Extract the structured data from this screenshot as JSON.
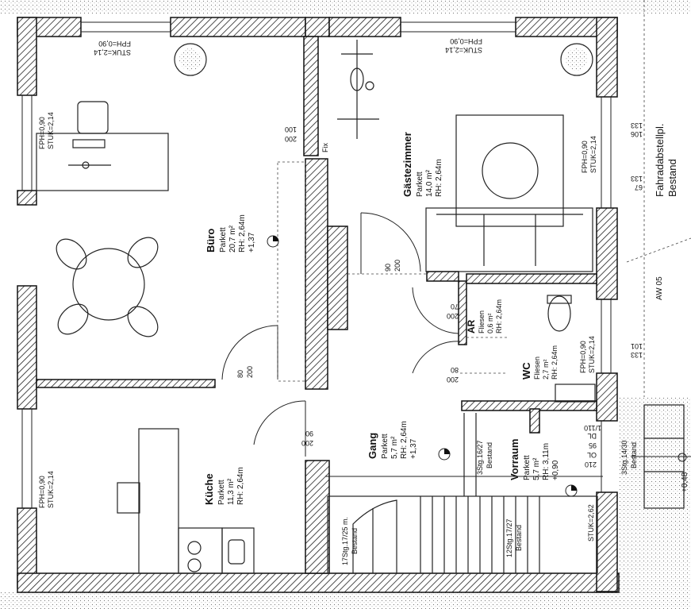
{
  "rooms": {
    "buero": {
      "name": "Büro",
      "floor": "Parkett",
      "area": "20,7 m²",
      "height": "RH: 2,64m",
      "level": "+1,37"
    },
    "gast": {
      "name": "Gästezimmer",
      "floor": "Parkett",
      "area": "14,0 m²",
      "height": "RH: 2,64m"
    },
    "kueche": {
      "name": "Küche",
      "floor": "Parkett",
      "area": "11,3 m²",
      "height": "RH: 2,64m"
    },
    "gang": {
      "name": "Gang",
      "floor": "Parkett",
      "area": "5,7 m²",
      "height": "RH: 2,64m",
      "level": "+1,37"
    },
    "ar": {
      "name": "AR",
      "floor": "Fliesen",
      "area": "0,6 m²",
      "height": "RH: 2,64m"
    },
    "wc": {
      "name": "WC",
      "floor": "Fliesen",
      "area": "2,7 m²",
      "height": "RH: 2,64m"
    },
    "vorraum": {
      "name": "Vorraum",
      "floor": "Parkett",
      "area": "5,7 m²",
      "height": "RH: 3,11m",
      "level": "+0,90"
    }
  },
  "windows": {
    "fph": "FPH=0,90",
    "stuk214": "STUK=2,14",
    "stuk262": "STUK=2,62"
  },
  "doors": {
    "d_200_100_a": "200",
    "d_200_100_b": "100",
    "d_90_200_a": "90",
    "d_90_200_b": "200",
    "d_80_200_a": "80",
    "d_80_200_b": "200",
    "d_200_90_a": "200",
    "d_200_90_b": "90",
    "ar_200": "200",
    "ar_70": "70",
    "wc_200": "200",
    "wc_80": "80",
    "ext_210": "210",
    "ext_ol": "OL",
    "ext_95": "95",
    "ext_dl": "DL",
    "d1_110": "1/110",
    "right_133a": "133",
    "right_106": "106",
    "right_133b": "133",
    "right_67": "67",
    "right_101": "101",
    "right_133c": "133",
    "fix": "Fix"
  },
  "stairs": {
    "s1": "17Stg.17/25 m.",
    "s1b": "Bestand",
    "s2": "3Stg.16/27",
    "s2b": "Bestand",
    "s3": "12Stg.17/27",
    "s3b": "Bestand",
    "s4": "3Stg.14/30",
    "s4b": "Bestand"
  },
  "labels": {
    "fahrrad": "Fahradabstellpl.",
    "bestand": "Bestand",
    "aw": "AW 05",
    "ext_level": "+0,48"
  }
}
